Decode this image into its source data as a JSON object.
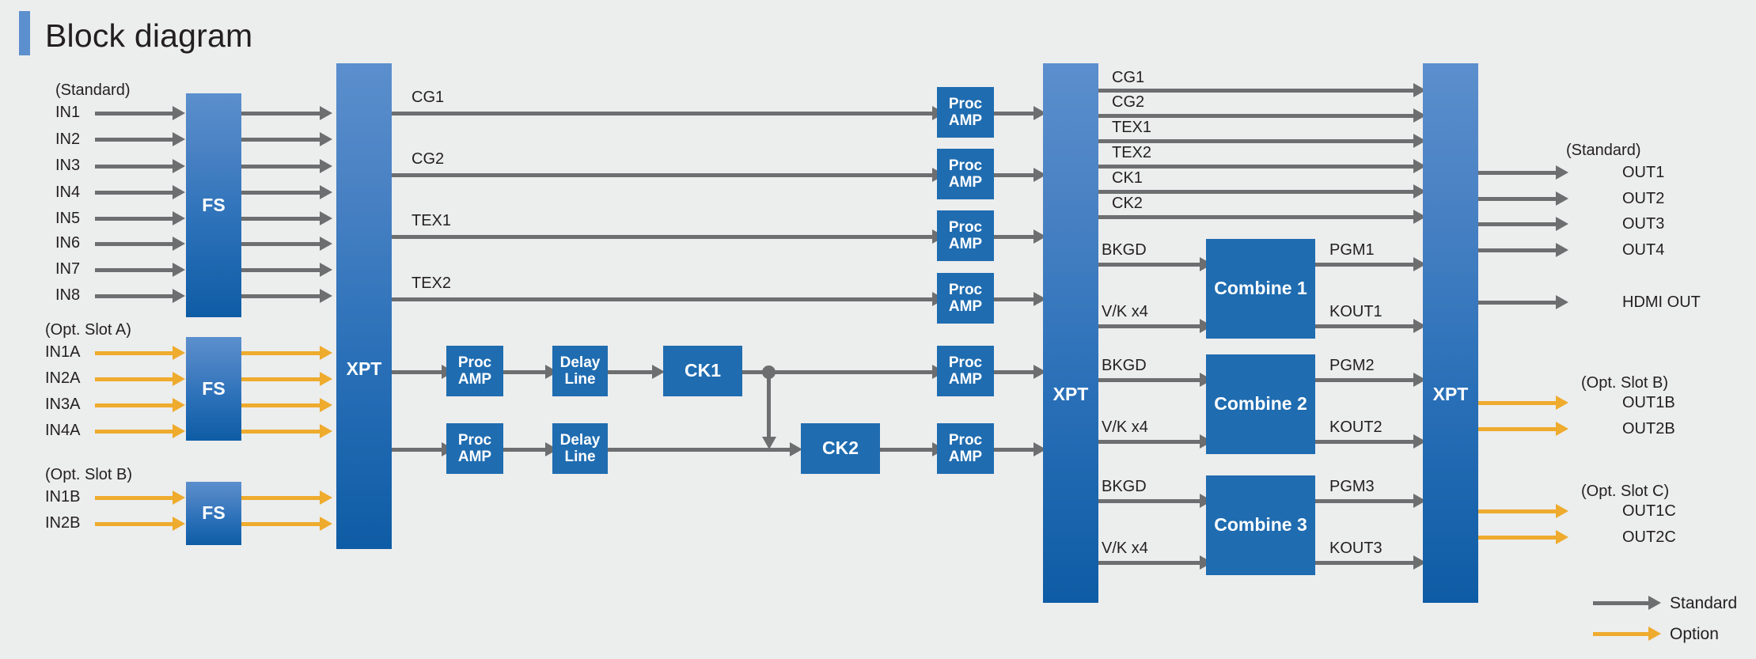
{
  "page": {
    "title": "Block diagram",
    "background_color": "#eceded",
    "accent_color": "#5b8fcd",
    "standard_color": "#6d6e70",
    "option_color": "#eeab2d",
    "block_color": "#1f6cb0"
  },
  "inputs": {
    "standard": {
      "group_label": "(Standard)",
      "items": [
        "IN1",
        "IN2",
        "IN3",
        "IN4",
        "IN5",
        "IN6",
        "IN7",
        "IN8"
      ],
      "block_label": "FS"
    },
    "opt_slot_a": {
      "group_label": "(Opt. Slot A)",
      "items": [
        "IN1A",
        "IN2A",
        "IN3A",
        "IN4A"
      ],
      "block_label": "FS"
    },
    "opt_slot_b": {
      "group_label": "(Opt. Slot B)",
      "items": [
        "IN1B",
        "IN2B"
      ],
      "block_label": "FS"
    }
  },
  "xpt_input": {
    "label": "XPT"
  },
  "generators": {
    "signals": [
      "CG1",
      "CG2",
      "TEX1",
      "TEX2"
    ],
    "proc_amp_label": "Proc\nAMP",
    "proc_amp_line1": "Proc",
    "proc_amp_line2": "AMP"
  },
  "chroma_chain": {
    "rows": [
      {
        "proc_amp_line1": "Proc",
        "proc_amp_line2": "AMP",
        "delay_line1": "Delay",
        "delay_line2": "Line",
        "key": "CK1"
      },
      {
        "proc_amp_line1": "Proc",
        "proc_amp_line2": "AMP",
        "delay_line1": "Delay",
        "delay_line2": "Line",
        "key": "CK2"
      }
    ],
    "out_proc_amp_line1": "Proc",
    "out_proc_amp_line2": "AMP"
  },
  "xpt_mid": {
    "label": "XPT"
  },
  "xpt_mid_outputs": [
    "CG1",
    "CG2",
    "TEX1",
    "TEX2",
    "CK1",
    "CK2"
  ],
  "combiners": [
    {
      "name": "Combine 1",
      "in_bkgd": "BKGD",
      "in_vk": "V/K x4",
      "out_pgm": "PGM1",
      "out_kout": "KOUT1"
    },
    {
      "name": "Combine 2",
      "in_bkgd": "BKGD",
      "in_vk": "V/K x4",
      "out_pgm": "PGM2",
      "out_kout": "KOUT2"
    },
    {
      "name": "Combine 3",
      "in_bkgd": "BKGD",
      "in_vk": "V/K x4",
      "out_pgm": "PGM3",
      "out_kout": "KOUT3"
    }
  ],
  "xpt_output": {
    "label": "XPT"
  },
  "outputs": {
    "standard": {
      "group_label": "(Standard)",
      "items": [
        "OUT1",
        "OUT2",
        "OUT3",
        "OUT4"
      ]
    },
    "hdmi": {
      "label": "HDMI OUT"
    },
    "opt_slot_b": {
      "group_label": "(Opt. Slot B)",
      "items": [
        "OUT1B",
        "OUT2B"
      ]
    },
    "opt_slot_c": {
      "group_label": "(Opt. Slot C)",
      "items": [
        "OUT1C",
        "OUT2C"
      ]
    }
  },
  "legend": {
    "standard": "Standard",
    "option": "Option"
  }
}
